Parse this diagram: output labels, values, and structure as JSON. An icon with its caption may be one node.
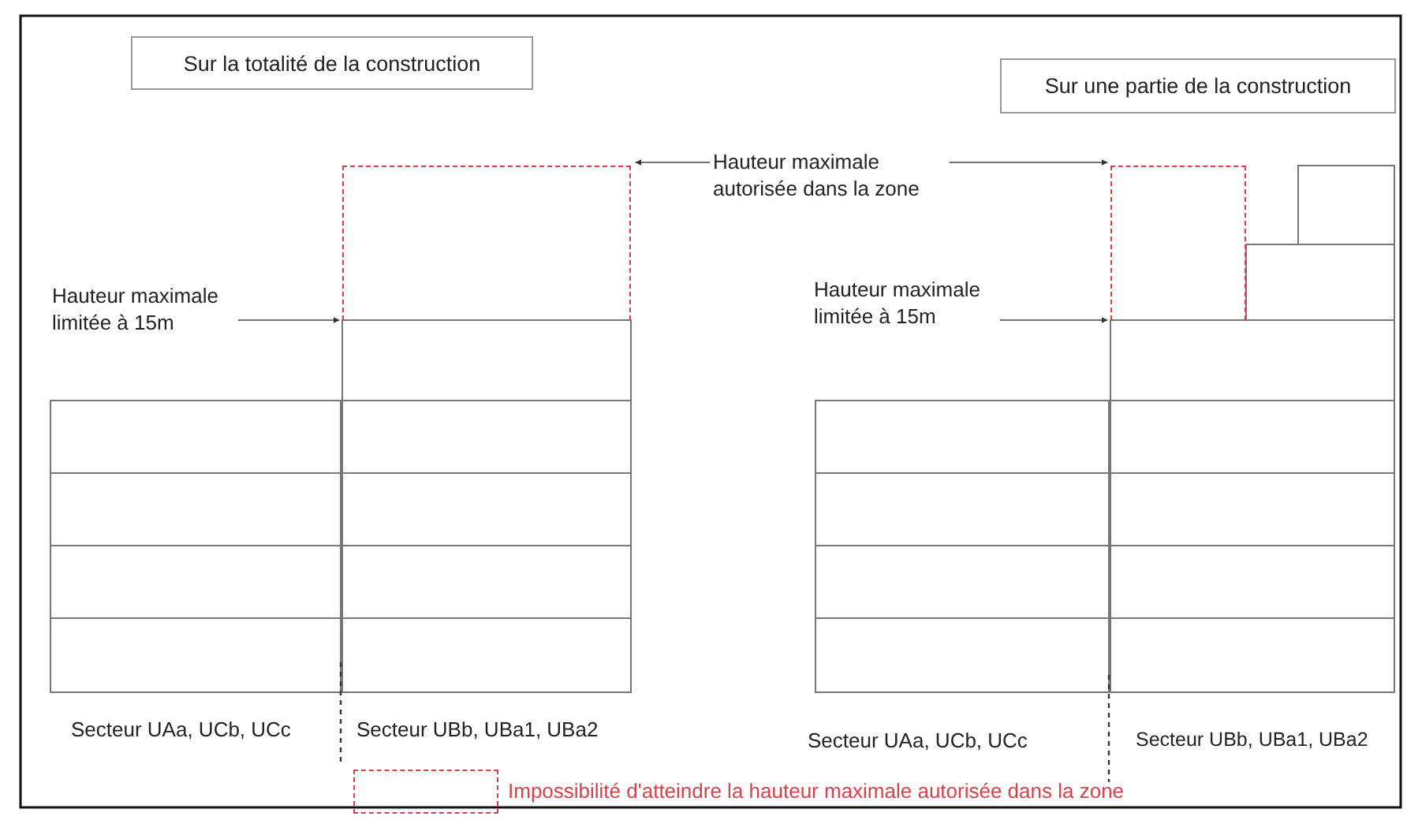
{
  "diagram": {
    "nodes": [
      {
        "text": [
          "Sur la totalité de la construction"
        ]
      },
      {
        "text": [
          "Sur une partie de la construction"
        ]
      },
      {
        "text": [
          "Hauteur maximale autorisée dans la zone"
        ]
      },
      {
        "text": [
          "Hauteur maximale limitée à 15m"
        ]
      },
      {
        "text": [],
        "shape": "box"
      },
      {
        "text": [
          "Hauteur maximale limitée à 15m"
        ]
      },
      {
        "text": [],
        "shape": "box"
      }
    ],
    "edges": [
      {
        "from": 2,
        "to": 4,
        "arrow": "to"
      },
      {
        "from": 2,
        "to": 6,
        "arrow": "to"
      },
      {
        "from": 3,
        "to": 4,
        "arrow": "to"
      },
      {
        "from": 5,
        "to": 6,
        "arrow": "to"
      }
    ],
    "labels": [
      "Secteur UAa, UCb, UCc",
      "Secteur UBb, UBa1, UBa2",
      "Secteur UAa, UCb, UCc",
      "Secteur UBb, UBa1, UBa2"
    ],
    "legend": [
      {
        "text": "Impossibilité d'atteindre la hauteur maximale autorisée dans la zone"
      }
    ]
  }
}
